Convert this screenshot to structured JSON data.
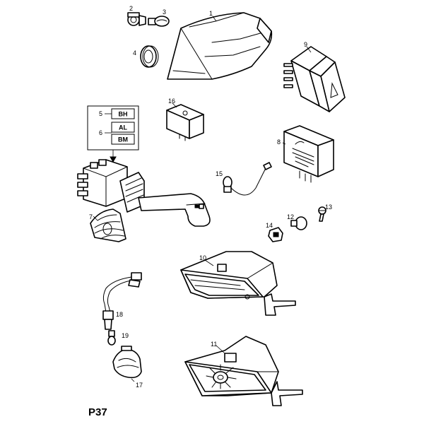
{
  "callouts": {
    "c1": "1",
    "c2": "2",
    "c3": "3",
    "c4": "4",
    "c5": "5",
    "c6": "6",
    "c7": "7",
    "c8": "8",
    "c9": "9",
    "c10": "10",
    "c11": "11",
    "c12": "12",
    "c13": "13",
    "c14": "14",
    "c15": "15",
    "c16": "16",
    "c17": "17",
    "c18": "18",
    "c19": "19"
  },
  "codes": {
    "bh": "BH",
    "al": "AL",
    "bm": "BM"
  },
  "page_code": "P37"
}
